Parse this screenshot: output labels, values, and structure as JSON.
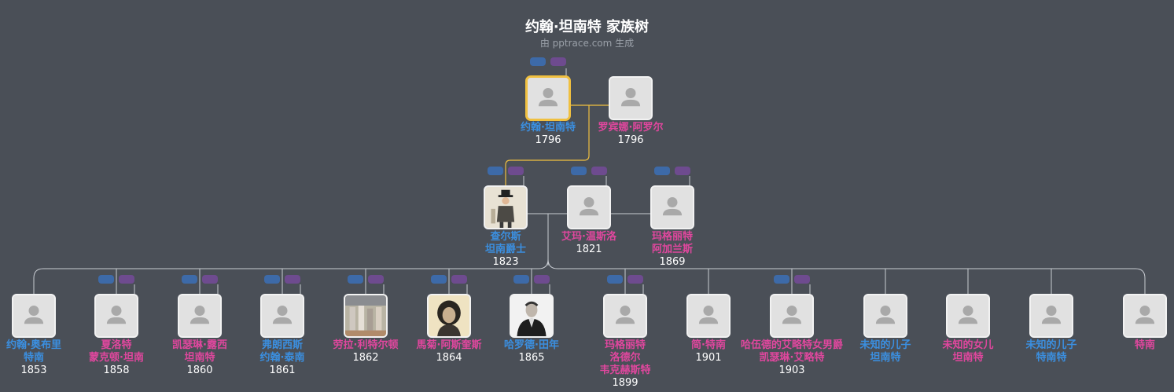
{
  "header": {
    "title": "约翰·坦南特 家族树",
    "subtitle": "由 pptrace.com 生成"
  },
  "colors": {
    "background": "#4a4f57",
    "male": "#3b8fe0",
    "female": "#e0479e",
    "selected": "#f0c040"
  },
  "people": [
    {
      "id": "p0",
      "gender": "male",
      "lines": [
        "约翰·坦南特"
      ],
      "year": "1796",
      "photo": "placeholder",
      "selected": true
    },
    {
      "id": "p1",
      "gender": "female",
      "lines": [
        "罗宾娜·阿罗尔"
      ],
      "year": "1796",
      "photo": "placeholder"
    },
    {
      "id": "p2",
      "gender": "male",
      "lines": [
        "查尔斯",
        "坦南爵士"
      ],
      "year": "1823",
      "photo": "portrait-gentleman"
    },
    {
      "id": "p3",
      "gender": "female",
      "lines": [
        "艾玛·温斯洛"
      ],
      "year": "1821",
      "photo": "placeholder"
    },
    {
      "id": "p4",
      "gender": "female",
      "lines": [
        "玛格丽特",
        "阿加兰斯"
      ],
      "year": "1869",
      "photo": "placeholder"
    },
    {
      "id": "c0",
      "gender": "male",
      "lines": [
        "约翰·奥布里",
        "特南"
      ],
      "year": "1853",
      "photo": "placeholder"
    },
    {
      "id": "c1",
      "gender": "female",
      "lines": [
        "夏洛特",
        "蒙克顿·坦南"
      ],
      "year": "1858",
      "photo": "placeholder"
    },
    {
      "id": "c2",
      "gender": "female",
      "lines": [
        "凯瑟琳·露西",
        "坦南特"
      ],
      "year": "1860",
      "photo": "placeholder"
    },
    {
      "id": "c3",
      "gender": "male",
      "lines": [
        "弗朗西斯",
        "约翰·泰南"
      ],
      "year": "1861",
      "photo": "placeholder"
    },
    {
      "id": "c4",
      "gender": "female",
      "lines": [
        "劳拉·利特尔顿"
      ],
      "year": "1862",
      "photo": "painting-group"
    },
    {
      "id": "c5",
      "gender": "female",
      "lines": [
        "馬菊·阿斯奎斯"
      ],
      "year": "1864",
      "photo": "portrait-woman"
    },
    {
      "id": "c6",
      "gender": "male",
      "lines": [
        "哈罗德·田年"
      ],
      "year": "1865",
      "photo": "portrait-man"
    },
    {
      "id": "c7",
      "gender": "female",
      "lines": [
        "玛格丽特",
        "洛德尔",
        "韦克赫斯特"
      ],
      "year": "1899",
      "photo": "placeholder"
    },
    {
      "id": "c8",
      "gender": "female",
      "lines": [
        "简·特南"
      ],
      "year": "1901",
      "photo": "placeholder"
    },
    {
      "id": "c9",
      "gender": "female",
      "lines": [
        "哈伍德的艾略特女男爵",
        "凯瑟琳·艾略特"
      ],
      "year": "1903",
      "photo": "placeholder"
    },
    {
      "id": "c10",
      "gender": "male",
      "lines": [
        "未知的儿子",
        "坦南特"
      ],
      "year": "",
      "photo": "placeholder"
    },
    {
      "id": "c11",
      "gender": "female",
      "lines": [
        "未知的女儿",
        "坦南特"
      ],
      "year": "",
      "photo": "placeholder"
    },
    {
      "id": "c12",
      "gender": "male",
      "lines": [
        "未知的儿子",
        "特南特"
      ],
      "year": "",
      "photo": "placeholder"
    },
    {
      "id": "c13",
      "gender": "female",
      "lines": [
        "特南"
      ],
      "year": "",
      "photo": "placeholder"
    }
  ]
}
